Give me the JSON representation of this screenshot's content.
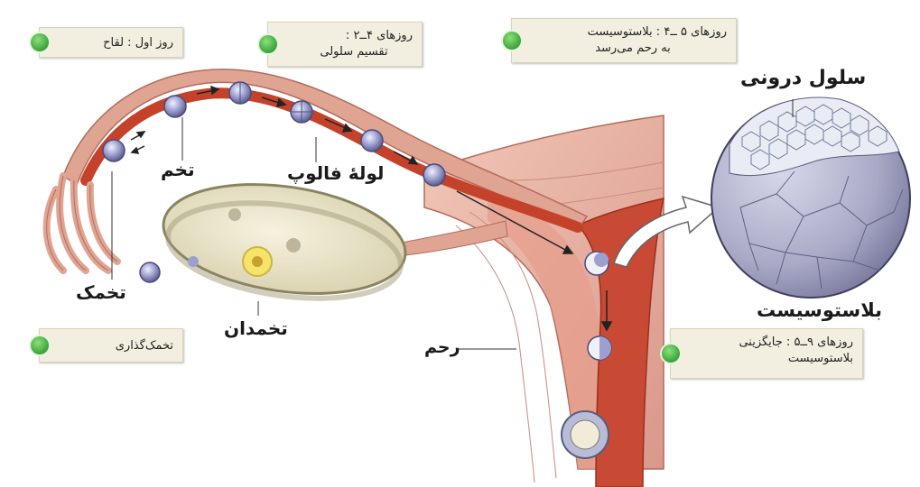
{
  "info_boxes": {
    "fertilization": {
      "text": "روز اول : لقاح"
    },
    "cleavage": {
      "line1": "روزهای ۴ــ۲ :",
      "line2": "تقسیم سلولی"
    },
    "blastocyst_arrival": {
      "line1": "روزهای ۵ ــ۴ : بلاستوسیست",
      "line2": "به رحم می‌رسد"
    },
    "ovulation": {
      "text": "تخمک‌گذاری"
    },
    "implantation": {
      "line1": "روزهای ۹ــ۵ : جایگزینی",
      "line2": "بلاستوسیست"
    }
  },
  "labels": {
    "egg": "تخم",
    "fallopian_tube": "لولهٔ فالوپ",
    "ovum": "تخمک",
    "ovary": "تخمدان",
    "uterus": "رحم",
    "inner_cells": "سلول درونی",
    "blastocyst": "بلاستوسیست"
  },
  "colors": {
    "box_bg": "#f2efe0",
    "green_dot": "#3aa33a",
    "tube": "#c4422a",
    "uterus_tissue": "#e7b2a2",
    "cell_lavender": "#9d9fce",
    "blastocyst_sphere": "#b0b0cd"
  }
}
